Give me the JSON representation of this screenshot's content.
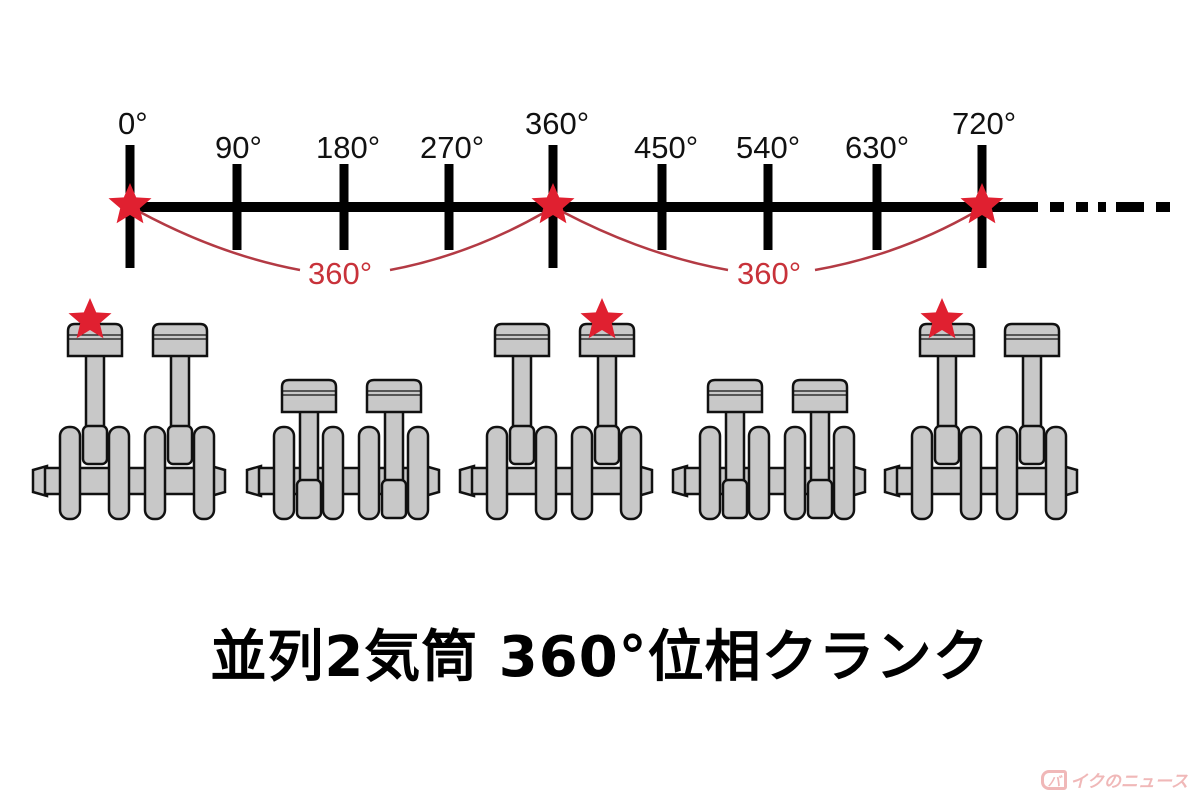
{
  "title": "並列2気筒 360°位相クランク",
  "watermark": {
    "logo": "バ",
    "text": "イクのニュース"
  },
  "colors": {
    "line": "#000000",
    "star": "#e02030",
    "arc": "#b33a44",
    "arc_label": "#c8323a",
    "part_fill": "#c8c8c8",
    "part_stroke": "#111111"
  },
  "timeline": {
    "ticks": [
      {
        "label": "0°",
        "major": true
      },
      {
        "label": "90°",
        "major": false
      },
      {
        "label": "180°",
        "major": false
      },
      {
        "label": "270°",
        "major": false
      },
      {
        "label": "360°",
        "major": true
      },
      {
        "label": "450°",
        "major": false
      },
      {
        "label": "540°",
        "major": false
      },
      {
        "label": "630°",
        "major": false
      },
      {
        "label": "720°",
        "major": true
      }
    ],
    "continues": "dashed",
    "firing_marks": [
      "0°",
      "360°",
      "720°"
    ],
    "intervals": [
      {
        "from": "0°",
        "to": "360°",
        "label": "360°"
      },
      {
        "from": "360°",
        "to": "720°",
        "label": "360°"
      }
    ]
  },
  "engine_states": [
    {
      "angle": "0°",
      "position": "TDC",
      "fired_cylinder": 1
    },
    {
      "angle": "180°",
      "position": "BDC",
      "fired_cylinder": null
    },
    {
      "angle": "360°",
      "position": "TDC",
      "fired_cylinder": 2
    },
    {
      "angle": "540°",
      "position": "BDC",
      "fired_cylinder": null
    },
    {
      "angle": "720°",
      "position": "TDC",
      "fired_cylinder": 1
    }
  ]
}
